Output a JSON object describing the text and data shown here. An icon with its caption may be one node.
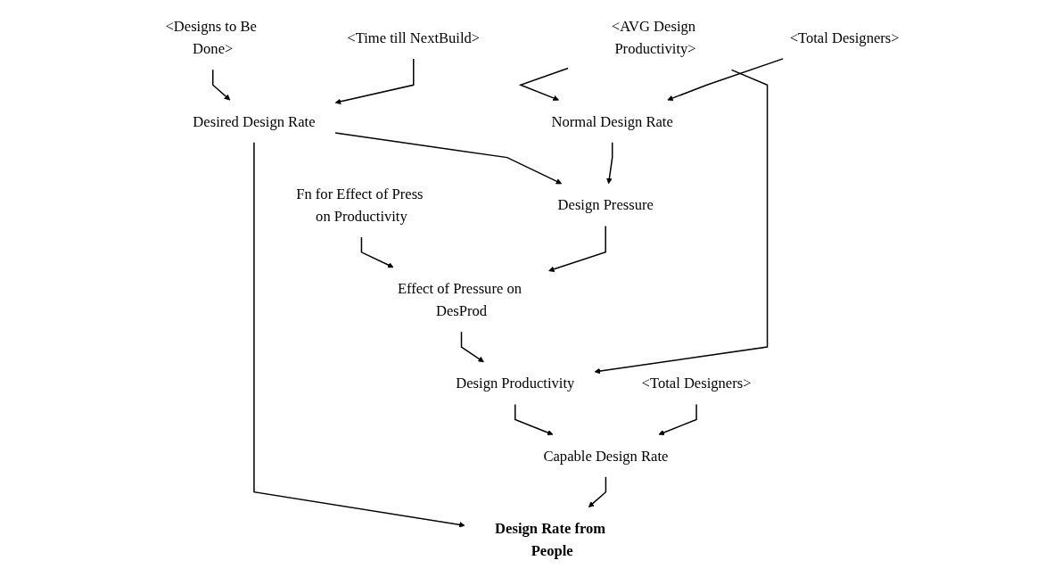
{
  "diagram": {
    "nodes": [
      {
        "text": [
          "<Designs to Be Done>"
        ]
      },
      {
        "text": [
          "Desired Design Rate"
        ]
      },
      {
        "text": [
          "<Time till NextBuild>"
        ]
      },
      {
        "text": [
          "Design Rate from People"
        ]
      },
      {
        "text": [
          "Fn for Effect of Press on Productivity"
        ]
      },
      {
        "text": [
          "Design Pressure"
        ]
      },
      {
        "text": [
          "Capable Design Rate"
        ]
      },
      {
        "text": [
          "Effect of Pressure on DesProd"
        ]
      },
      {
        "text": [
          "Normal Design Rate"
        ]
      },
      {
        "text": [
          "Design Productivity"
        ]
      },
      {
        "text": [
          "<Total Designers>"
        ]
      },
      {
        "text": [
          "<AVG Design Productivity>"
        ]
      },
      {
        "text": [
          "<Total Designers>"
        ]
      }
    ],
    "edges": [
      {
        "from": 0,
        "to": 1,
        "arrow": "to"
      },
      {
        "from": 2,
        "to": 1,
        "arrow": "to"
      },
      {
        "from": 1,
        "to": 3,
        "arrow": "to"
      },
      {
        "from": 1,
        "to": 5,
        "arrow": "to"
      },
      {
        "from": 4,
        "to": 7,
        "arrow": "to"
      },
      {
        "from": 5,
        "to": 7,
        "arrow": "to"
      },
      {
        "from": 8,
        "to": 5,
        "arrow": "to"
      },
      {
        "from": 7,
        "to": 9,
        "arrow": "to"
      },
      {
        "from": 9,
        "to": 6,
        "arrow": "to"
      },
      {
        "from": 6,
        "to": 3,
        "arrow": "to"
      },
      {
        "from": 10,
        "to": 6,
        "arrow": "to"
      },
      {
        "from": 11,
        "to": 9,
        "arrow": "to"
      },
      {
        "from": 11,
        "to": 8,
        "arrow": "to"
      },
      {
        "from": 12,
        "to": 8,
        "arrow": "to"
      }
    ]
  }
}
